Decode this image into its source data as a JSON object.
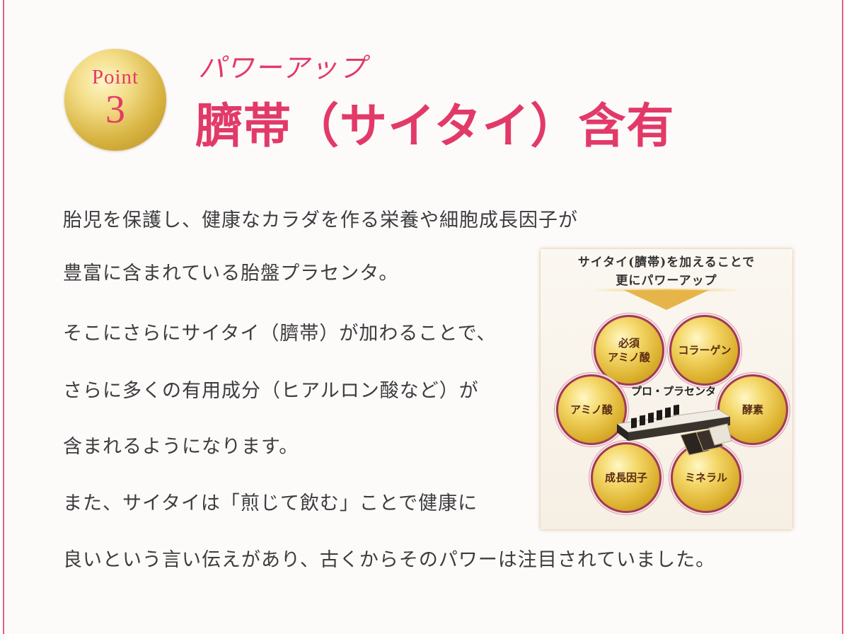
{
  "badge": {
    "word": "Point",
    "number": "3"
  },
  "heading": {
    "subtitle": "パワーアップ",
    "title": "臍帯（サイタイ）含有"
  },
  "body": {
    "lines": [
      "胎児を保護し、健康なカラダを作る栄養や細胞成長因子が",
      "豊富に含まれている胎盤プラセンタ。",
      "そこにさらにサイタイ（臍帯）が加わることで、",
      "さらに多くの有用成分（ヒアルロン酸など）が",
      "含まれるようになります。",
      "また、サイタイは「煎じて飲む」ことで健康に",
      "良いという言い伝えがあり、古くからそのパワーは注目されていました。"
    ]
  },
  "diagram": {
    "heading_line1": "サイタイ(臍帯)を加えることで",
    "heading_line2": "更にパワーアップ",
    "center_label": "プロ・プラセンタ",
    "ingredients": [
      "必須\nアミノ酸",
      "コラーゲン",
      "アミノ酸",
      "酵素",
      "成長因子",
      "ミネラル"
    ]
  },
  "colors": {
    "accent": "#e23a68",
    "frame": "#e0607e",
    "gold": "#ddb230",
    "text": "#3d3d3d"
  }
}
